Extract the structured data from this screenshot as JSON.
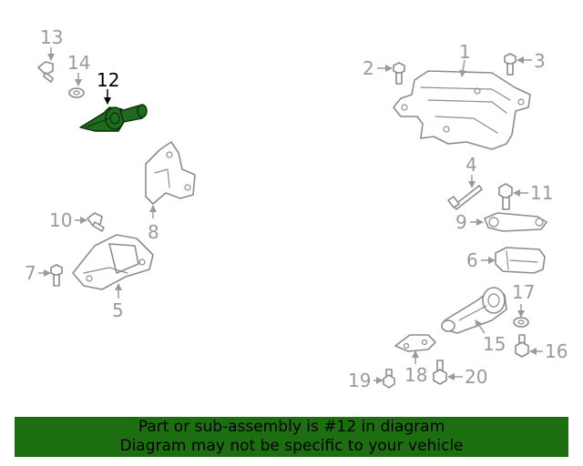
{
  "diagram": {
    "highlight_color": "#1f6b1f",
    "part_color": "#8c8c8c",
    "highlighted_part": "12",
    "callouts": [
      "1",
      "2",
      "3",
      "4",
      "5",
      "6",
      "7",
      "8",
      "9",
      "10",
      "11",
      "12",
      "13",
      "14",
      "15",
      "16",
      "17",
      "18",
      "19",
      "20"
    ]
  },
  "banner": {
    "line1": "Part or sub-assembly is #12 in diagram",
    "line2": "Diagram may not be specific to your vehicle",
    "background": "#1d6e11"
  }
}
